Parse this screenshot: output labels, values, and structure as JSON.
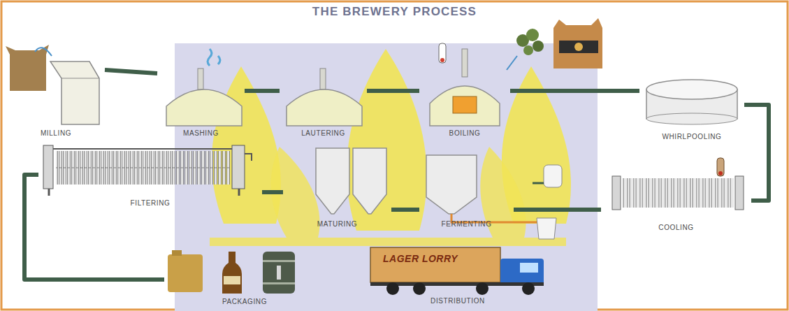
{
  "diagram": {
    "title": "THE BREWERY PROCESS",
    "nodes": [
      {
        "text": [
          "MILLING"
        ]
      },
      {
        "text": [
          "MASHING"
        ]
      },
      {
        "text": [
          "LAUTERING"
        ]
      },
      {
        "text": [
          "BOILING"
        ]
      },
      {
        "text": [
          "WHIRLPOOLING"
        ]
      },
      {
        "text": [
          "COOLING"
        ]
      },
      {
        "text": [
          "FERMENTING"
        ]
      },
      {
        "text": [
          "MATURING"
        ]
      },
      {
        "text": [
          "FILTERING"
        ]
      },
      {
        "text": [
          "PACKAGING"
        ]
      },
      {
        "text": [
          "DISTRIBUTION"
        ]
      }
    ],
    "edges": [
      {
        "from": 0,
        "to": 1,
        "arrow": "none"
      },
      {
        "from": 1,
        "to": 2,
        "arrow": "none"
      },
      {
        "from": 2,
        "to": 3,
        "arrow": "none"
      },
      {
        "from": 3,
        "to": 4,
        "arrow": "none"
      },
      {
        "from": 4,
        "to": 5,
        "arrow": "none"
      },
      {
        "from": 5,
        "to": 6,
        "arrow": "none"
      },
      {
        "from": 6,
        "to": 7,
        "arrow": "none"
      },
      {
        "from": 7,
        "to": 8,
        "arrow": "none"
      },
      {
        "from": 8,
        "to": 9,
        "arrow": "none"
      }
    ],
    "labels": [
      "LAGER LORRY"
    ]
  }
}
